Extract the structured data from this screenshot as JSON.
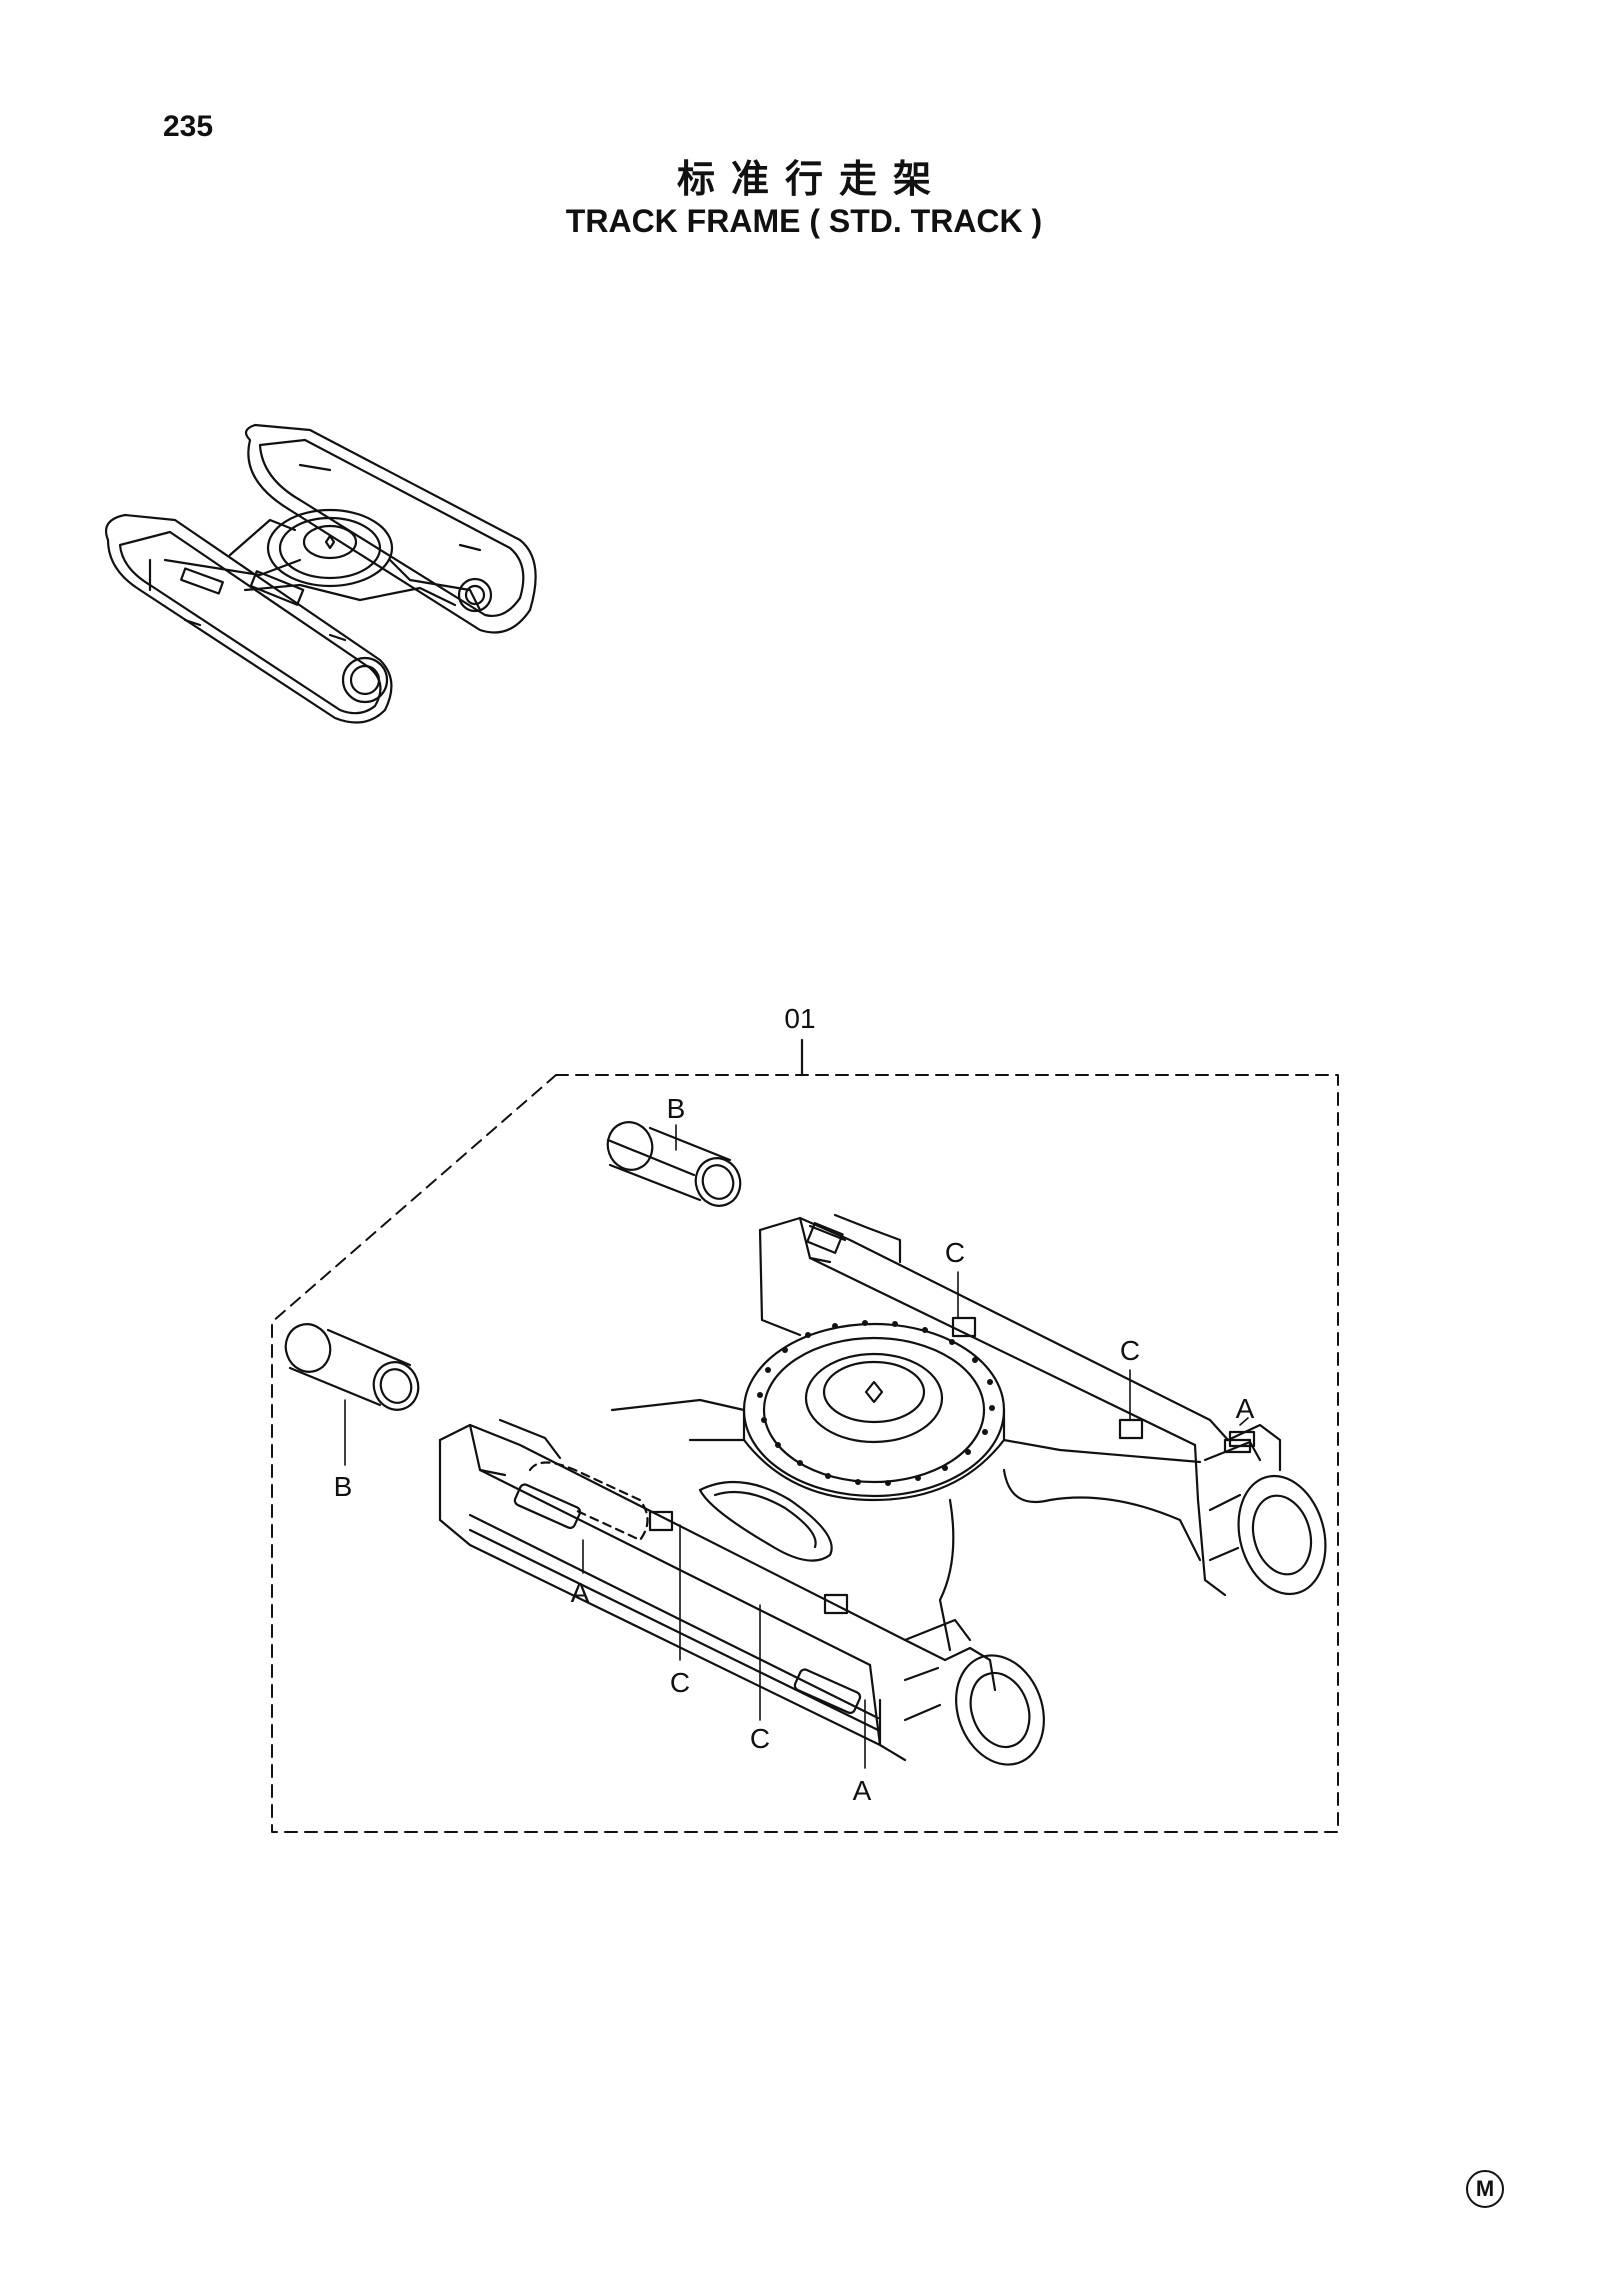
{
  "page": {
    "number": "235",
    "title_cn": "标准行走架",
    "title_en": "TRACK  FRAME ( STD. TRACK )",
    "mark": "M"
  },
  "diagram": {
    "part_number": "01",
    "callouts": {
      "b1": "B",
      "b2": "B",
      "c1": "C",
      "c2": "C",
      "c3": "C",
      "c4": "C",
      "a1": "A",
      "a2": "A",
      "a3": "A"
    }
  }
}
